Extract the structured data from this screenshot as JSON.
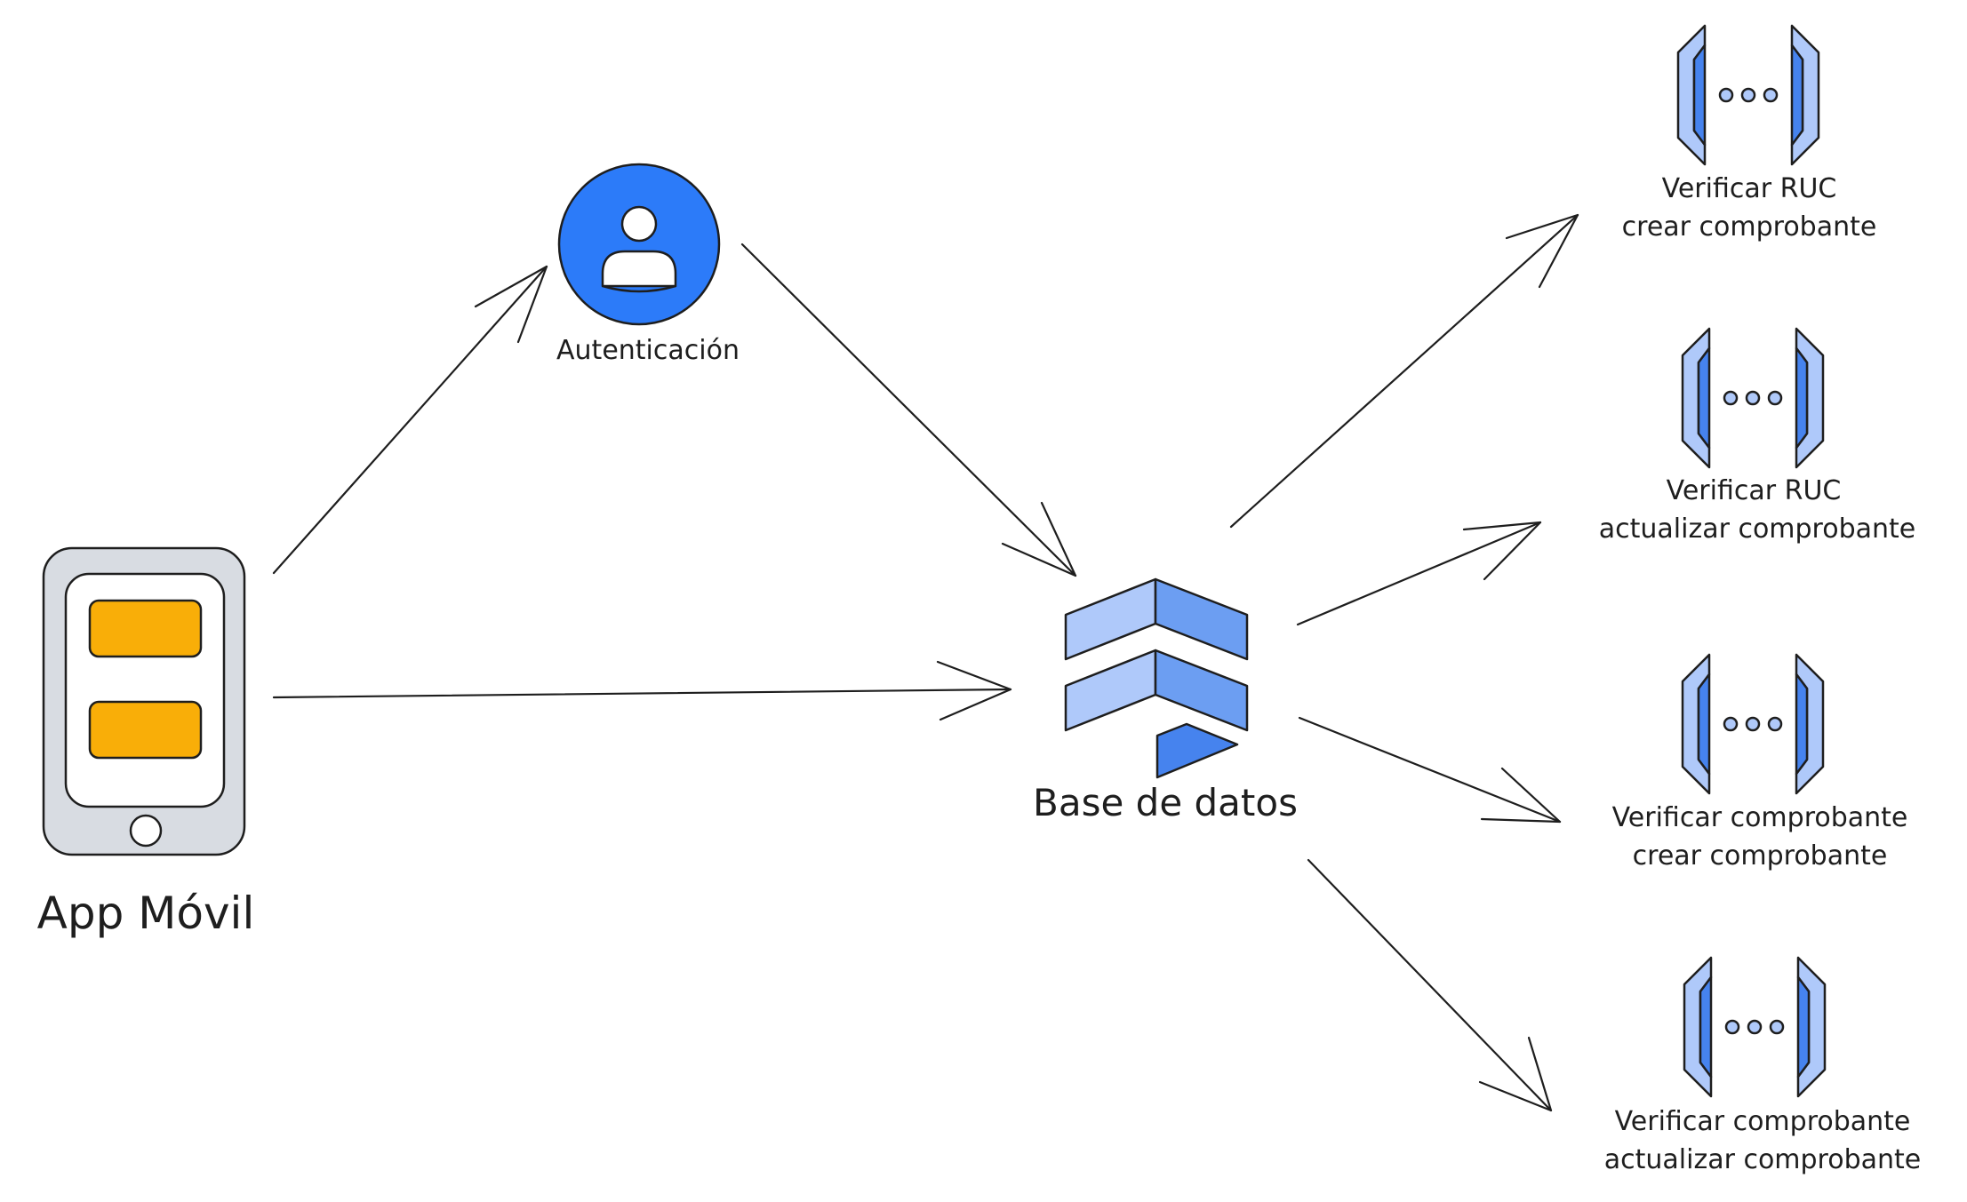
{
  "nodes": {
    "app": {
      "label": "App Móvil"
    },
    "auth": {
      "label": "Autenticación"
    },
    "db": {
      "label": "Base de datos"
    },
    "functions": [
      {
        "line1": "Verificar RUC",
        "line2": "crear comprobante"
      },
      {
        "line1": "Verificar RUC",
        "line2": "actualizar comprobante"
      },
      {
        "line1": "Verificar comprobante",
        "line2": "crear comprobante"
      },
      {
        "line1": "Verificar comprobante",
        "line2": "actualizar comprobante"
      }
    ]
  },
  "edges": [
    {
      "from": "App Móvil",
      "to": "Autenticación"
    },
    {
      "from": "App Móvil",
      "to": "Base de datos"
    },
    {
      "from": "Autenticación",
      "to": "Base de datos"
    },
    {
      "from": "Base de datos",
      "to": "Verificar RUC crear comprobante"
    },
    {
      "from": "Base de datos",
      "to": "Verificar RUC actualizar comprobante"
    },
    {
      "from": "Base de datos",
      "to": "Verificar comprobante crear comprobante"
    },
    {
      "from": "Base de datos",
      "to": "Verificar comprobante actualizar comprobante"
    }
  ],
  "colors": {
    "stroke": "#1e1e1e",
    "phone_body": "#d8dce2",
    "phone_screen": "#ffffff",
    "phone_blocks": "#f9ae08",
    "auth_circle": "#2c7bf9",
    "light_blue": "#afc9fa",
    "mid_blue": "#6c9ef2",
    "dark_blue": "#4683ee"
  },
  "icons": {
    "app": "smartphone-icon",
    "auth": "user-icon",
    "db": "firestore-icon",
    "functions": "cloud-functions-icon"
  }
}
